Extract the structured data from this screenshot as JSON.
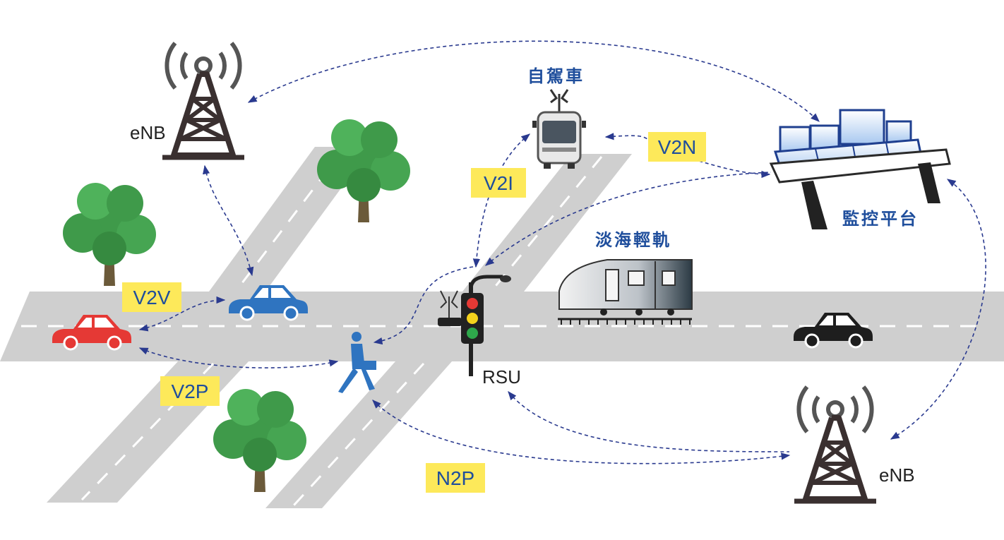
{
  "nodes": {
    "enb_top": "eNB",
    "enb_bottom": "eNB",
    "rsu": "RSU",
    "autonomous_bus": "自駕車",
    "monitoring_platform": "監控平台",
    "light_rail": "淡海輕軌"
  },
  "tags": {
    "v2v": "V2V",
    "v2p": "V2P",
    "v2i": "V2I",
    "v2n": "V2N",
    "n2p": "N2P"
  },
  "colors": {
    "tag_bg": "#fde95a",
    "tag_text": "#1f4e9c",
    "road": "#cfcfcf",
    "link": "#2a3a8f",
    "tower": "#3a3030",
    "blue_car": "#2f74c0",
    "red_car": "#e53935",
    "tree": "#3f9a4a"
  }
}
